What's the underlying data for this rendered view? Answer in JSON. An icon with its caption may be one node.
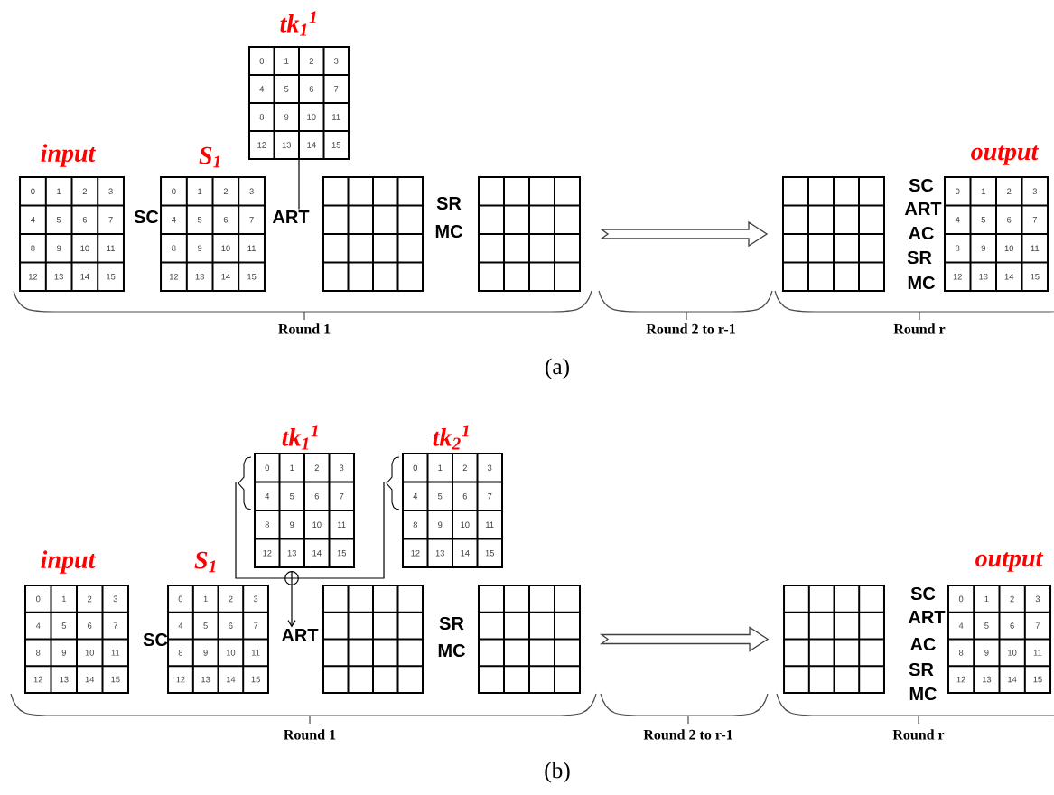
{
  "diagram": {
    "nodes": [
      {
        "text": [
          "tk$_{1}$$^{1}$",
          "0",
          "1",
          "2",
          "3",
          "4",
          "5",
          "6",
          "7",
          "8",
          "9",
          "10",
          "11",
          "12",
          "13",
          "14",
          "15"
        ]
      },
      {
        "text": [
          "input",
          "0",
          "1",
          "2",
          "3",
          "4",
          "5",
          "6",
          "7",
          "8",
          "9",
          "10",
          "11",
          "12",
          "13",
          "14",
          "15"
        ]
      },
      {
        "text": [
          "S$_{1}$",
          "0",
          "1",
          "2",
          "3",
          "4",
          "5",
          "6",
          "7",
          "8",
          "9",
          "10",
          "11",
          "12",
          "13",
          "14",
          "15"
        ]
      },
      {
        "text": [
          "ART"
        ]
      },
      {
        "text": [],
        "shape": "grid"
      },
      {
        "text": [],
        "shape": "grid"
      },
      {
        "text": [],
        "shape": "grid"
      },
      {
        "text": [
          "output",
          "0",
          "1",
          "2",
          "3",
          "4",
          "5",
          "6",
          "7",
          "8",
          "9",
          "10",
          "11",
          "12",
          "13",
          "14",
          "15"
        ]
      },
      {
        "text": [
          "tk$_{1}$$^{1}$",
          "0",
          "1",
          "2",
          "3",
          "4",
          "5",
          "6",
          "7",
          "8",
          "9",
          "10",
          "11",
          "12",
          "13",
          "14",
          "15"
        ]
      },
      {
        "text": [
          "tk$_{2}$$^{1}$",
          "0",
          "1",
          "2",
          "3",
          "4",
          "5",
          "6",
          "7",
          "8",
          "9",
          "10",
          "11",
          "12",
          "13",
          "14",
          "15"
        ]
      },
      {
        "text": [],
        "shape": "circle"
      },
      {
        "text": [
          "input",
          "0",
          "1",
          "2",
          "3",
          "4",
          "5",
          "6",
          "7",
          "8",
          "9",
          "10",
          "11",
          "12",
          "13",
          "14",
          "15"
        ]
      },
      {
        "text": [
          "S$_{1}$",
          "0",
          "1",
          "2",
          "3",
          "4",
          "5",
          "6",
          "7",
          "8",
          "9",
          "10",
          "11",
          "12",
          "13",
          "14",
          "15"
        ]
      },
      {
        "text": [
          "ART"
        ]
      },
      {
        "text": [],
        "shape": "grid"
      },
      {
        "text": [],
        "shape": "grid"
      },
      {
        "text": [],
        "shape": "grid"
      },
      {
        "text": [
          "output",
          "0",
          "1",
          "2",
          "3",
          "4",
          "5",
          "6",
          "7",
          "8",
          "9",
          "10",
          "11",
          "12",
          "13",
          "14",
          "15"
        ]
      }
    ],
    "edges": [
      {
        "from": 0,
        "to": 3,
        "arrow": "none"
      },
      {
        "from": 5,
        "to": 6,
        "arrow": "to",
        "style": "thick"
      },
      {
        "from": 8,
        "to": 10,
        "arrow": "none"
      },
      {
        "from": 9,
        "to": 10,
        "arrow": "none"
      },
      {
        "from": 10,
        "to": 13,
        "arrow": "to"
      },
      {
        "from": 15,
        "to": 16,
        "arrow": "to",
        "style": "thick"
      }
    ],
    "labels": [
      "SC",
      "SR",
      "MC",
      "SC",
      "ART",
      "AC",
      "SR",
      "MC",
      "Round 1",
      "Round 2 to r-1",
      "Round r",
      "(a)",
      "SC",
      "SR",
      "MC",
      "SC",
      "ART",
      "AC",
      "SR",
      "MC",
      "Round 1",
      "Round 2 to r-1",
      "Round r",
      "(b)"
    ]
  }
}
